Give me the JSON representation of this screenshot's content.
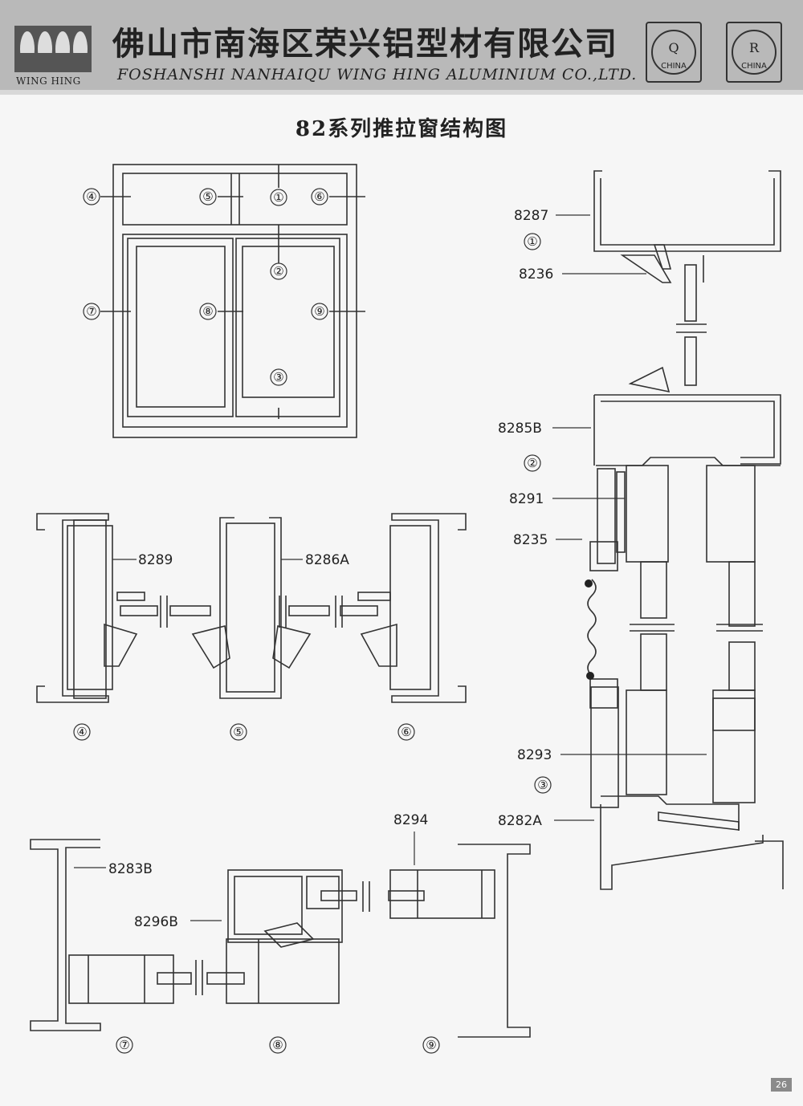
{
  "header": {
    "logo_text": "WING HING",
    "company_cn": "佛山市南海区荣兴铝型材有限公司",
    "company_en": "FOSHANSHI NANHAIQU WING HING ALUMINIUM CO.,LTD.",
    "cert_q_letter": "Q",
    "cert_q_sub": "CHINA",
    "cert_r_letter": "R",
    "cert_r_sub": "CHINA",
    "background_color": "#b9b9b9"
  },
  "title": "82系列推拉窗结构图",
  "window_markers": [
    "①",
    "②",
    "③",
    "④",
    "⑤",
    "⑥",
    "⑦",
    "⑧",
    "⑨"
  ],
  "section_markers": {
    "s4": "④",
    "s5": "⑤",
    "s6": "⑥",
    "s7": "⑦",
    "s8": "⑧",
    "s9": "⑨",
    "r1": "①",
    "r2": "②",
    "r3": "③"
  },
  "part_labels": {
    "p8287": "8287",
    "p8236": "8236",
    "p8285B": "8285B",
    "p8291": "8291",
    "p8235": "8235",
    "p8293": "8293",
    "p8282A": "8282A",
    "p8289": "8289",
    "p8286A": "8286A",
    "p8294": "8294",
    "p8283B": "8283B",
    "p8296B": "8296B"
  },
  "page_number": "26"
}
